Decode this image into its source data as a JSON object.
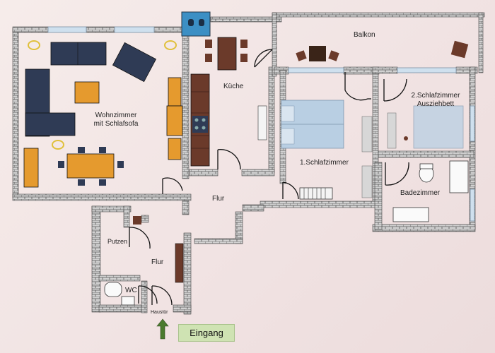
{
  "rooms": {
    "wohnzimmer": "Wohnzimmer\nmit Schlafsofa",
    "kueche": "Küche",
    "balkon": "Balkon",
    "schlaf1": "1.Schlafzimmer",
    "schlaf2": "2.Schlafzimmer\nAusziehbett",
    "flur_main": "Flur",
    "flur_lower": "Flur",
    "putzen": "Putzen",
    "wc": "WC",
    "bad": "Badezimmer",
    "haustuer": "Haustür"
  },
  "entrance_label": "Eingang",
  "colors": {
    "wall_brick": "#c9c9c9",
    "wall_mortar": "#6a6a6a",
    "sofa": "#2f3b55",
    "wood_orange": "#e59a2e",
    "wood_dark": "#6b3a2a",
    "bed_blue": "#b9cfe3",
    "window": "#cfe0ee",
    "entrance_bg": "#cfe3b3"
  }
}
